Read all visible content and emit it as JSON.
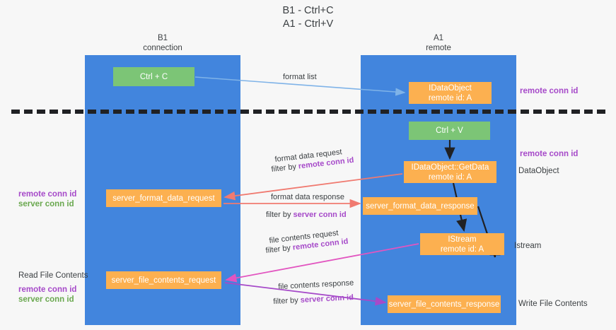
{
  "title": {
    "line1": "B1 - Ctrl+C",
    "line2": "A1 - Ctrl+V"
  },
  "columns": {
    "b1": {
      "name": "B1",
      "role": "connection"
    },
    "a1": {
      "name": "A1",
      "role": "remote"
    }
  },
  "colors": {
    "lane": "#4285dd",
    "green_box": "#7cc576",
    "orange_box": "#fcb050",
    "remote_conn_id": "#a64ac9",
    "server_conn_id": "#6aa84f",
    "arrow_blue": "#7fb3e8",
    "arrow_black": "#202124",
    "arrow_red": "#f07a70",
    "arrow_magenta": "#e255c0",
    "arrow_purple": "#a64ac9",
    "divider": "#202124",
    "text": "#3c4043"
  },
  "boxes": {
    "ctrl_c": {
      "label": "Ctrl + C"
    },
    "idataobject": {
      "line1": "IDataObject",
      "line2": "remote id: A"
    },
    "ctrl_v": {
      "label": "Ctrl + V"
    },
    "getdata": {
      "line1": "IDataObject::GetData",
      "line2": "remote id: A"
    },
    "server_format_data_request": {
      "label": "server_format_data_request"
    },
    "server_format_data_response": {
      "label": "server_format_data_response"
    },
    "istream": {
      "line1": "IStream",
      "line2": "remote id: A"
    },
    "server_file_contents_request": {
      "label": "server_file_contents_request"
    },
    "server_file_contents_response": {
      "label": "server_file_contents_response"
    }
  },
  "side_labels": {
    "dataobject": "DataObject",
    "istream": "Istream",
    "write_file_contents": "Write File Contents",
    "read_file_contents": "Read File Contents"
  },
  "legends": {
    "remote_conn_id": "remote conn id",
    "server_conn_id": "server conn id"
  },
  "arrow_labels": {
    "format_list": "format list",
    "format_data_request": "format data request",
    "filter_by": "filter by ",
    "format_data_response": "format data response",
    "file_contents_request": "file contents request",
    "file_contents_response": "file contents response"
  }
}
